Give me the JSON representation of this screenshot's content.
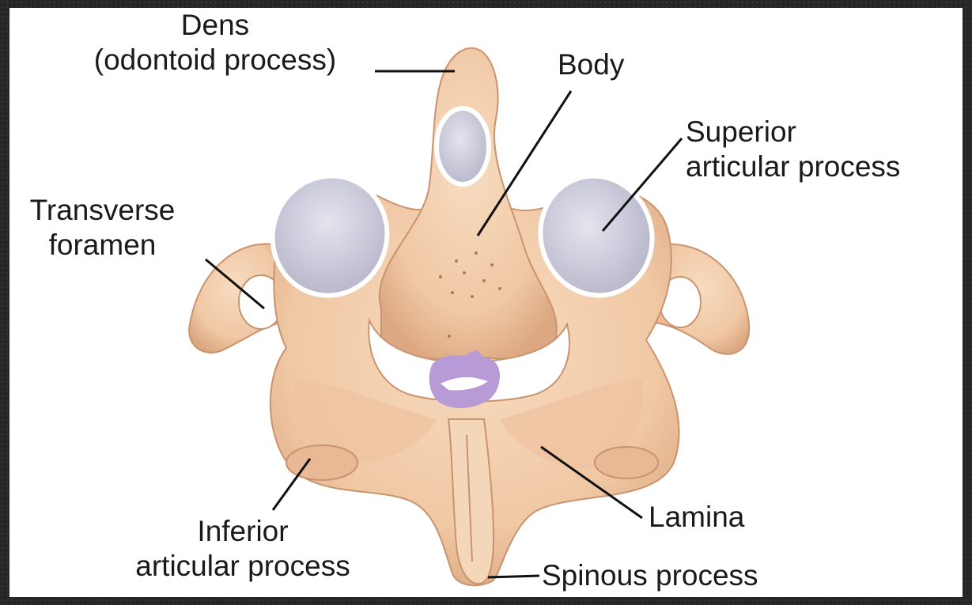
{
  "labels": {
    "dens_line1": "Dens",
    "dens_line2": "(odontoid process)",
    "body": "Body",
    "superior_line1": "Superior",
    "superior_line2": "articular process",
    "transverse_line1": "Transverse",
    "transverse_line2": "foramen",
    "inferior_line1": "Inferior",
    "inferior_line2": "articular process",
    "lamina": "Lamina",
    "spinous": "Spinous process"
  },
  "colors": {
    "bone": "#f3cfae",
    "bone_shadow": "#d9a983",
    "facet": "#d6d6e4",
    "facet_rim": "#ffffff",
    "highlight": "#b89ad6",
    "leader": "#111111"
  }
}
